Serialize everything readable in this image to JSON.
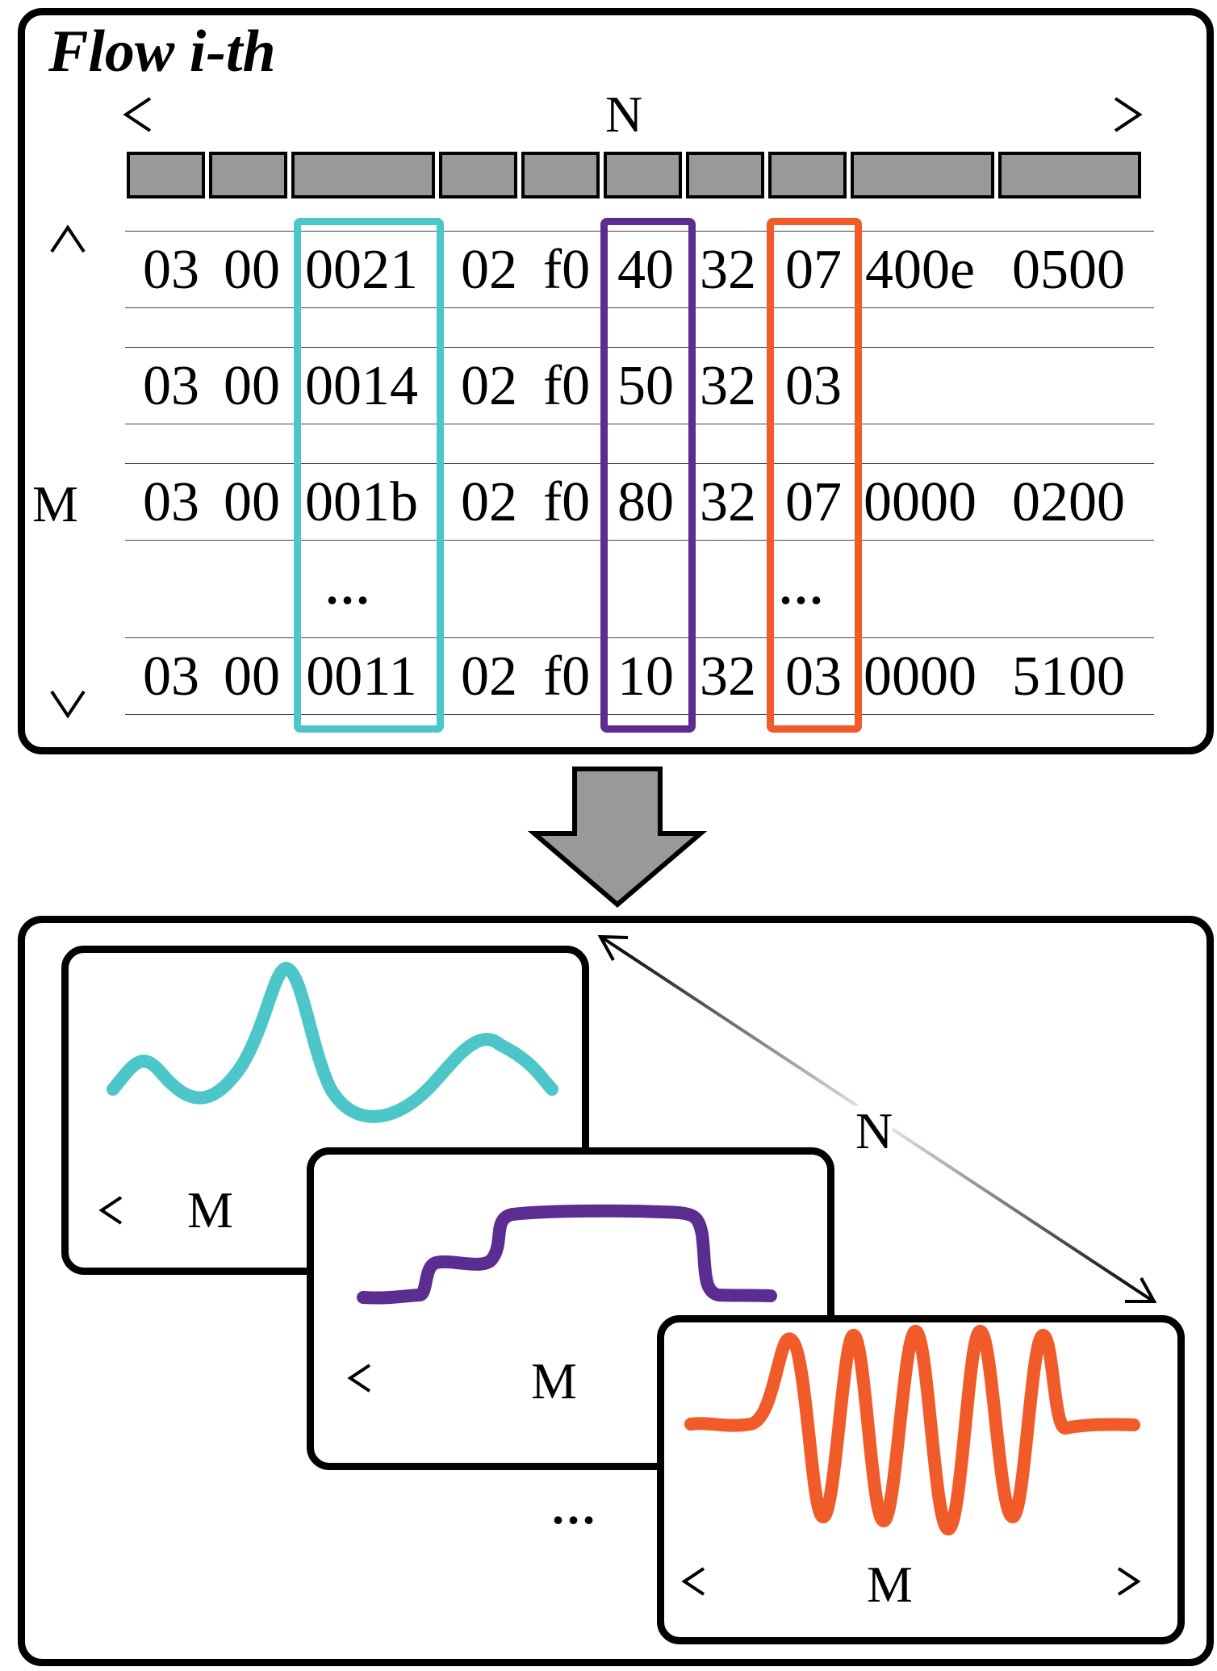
{
  "flow": {
    "title": "Flow i-th",
    "n_label": "N",
    "m_label": "M",
    "rows": [
      [
        "03",
        "00",
        "0021",
        "02",
        "f0",
        "40",
        "32",
        "07",
        "400e",
        "0500"
      ],
      [
        "03",
        "00",
        "0014",
        "02",
        "f0",
        "50",
        "32",
        "03",
        "",
        ""
      ],
      [
        "03",
        "00",
        "001b",
        "02",
        "f0",
        "80",
        "32",
        "07",
        "0000",
        "0200"
      ],
      [
        "03",
        "00",
        "0011",
        "02",
        "f0",
        "10",
        "32",
        "03",
        "0000",
        "5100"
      ]
    ],
    "ellipsis": "..."
  },
  "signals": {
    "n_label": "N",
    "card1_m_label": "M",
    "card2_m_label": "M",
    "card3_m_label": "M",
    "ellipsis": "..."
  },
  "colors": {
    "cyan": "#4cc6c8",
    "purple": "#5b2d90",
    "orange": "#f15a29",
    "segment_fill": "#999999"
  }
}
